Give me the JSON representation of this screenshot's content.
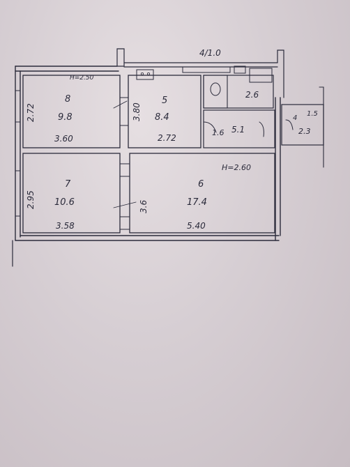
{
  "plan": {
    "apartment_number": "4/1.0",
    "rooms": [
      {
        "id": "8",
        "area": "9.8",
        "height_dim": "2.72",
        "width_dim": "3.60"
      },
      {
        "id": "5",
        "area": "8.4",
        "height_dim": "3.80",
        "width_dim": "2.72"
      },
      {
        "id": "7",
        "area": "10.6",
        "height_dim": "2.95",
        "width_dim": "3.58"
      },
      {
        "id": "6",
        "area": "17.4",
        "height_dim": "3.6",
        "width_dim": "5.40"
      }
    ],
    "small_areas": {
      "bath": "2.6",
      "wc": "1.6",
      "hall": "5.1",
      "balcony_room": "4",
      "balcony_area": "1.5",
      "closet": "2.3"
    },
    "ceiling_heights": {
      "north": "H=2.50",
      "center": "H=2.60"
    }
  }
}
